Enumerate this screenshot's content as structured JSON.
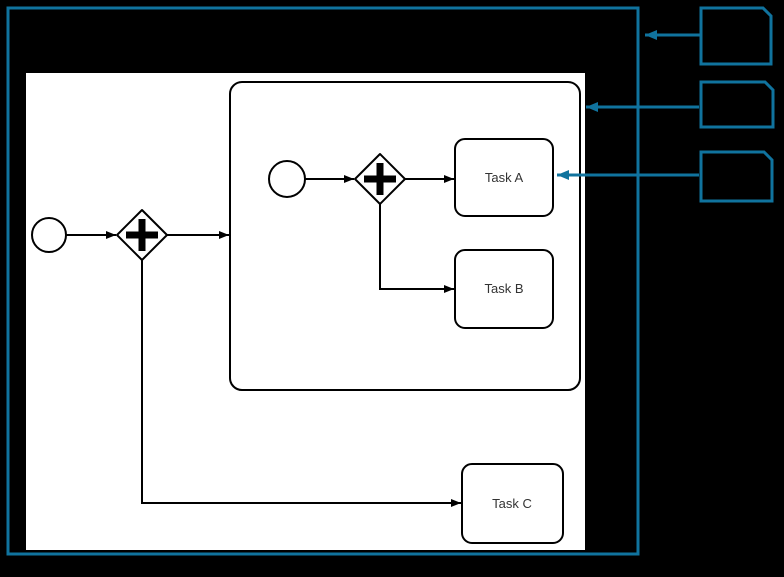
{
  "colors": {
    "page_background": "#000000",
    "canvas_background": "#ffffff",
    "accent_blue": "#10739E",
    "diagram_stroke": "#000000",
    "label_text": "#333333"
  },
  "diagram": {
    "outer_process": {
      "start_event": "start-event-circle",
      "gateway": "parallel-gateway-plus"
    },
    "subprocess": {
      "start_event": "start-event-circle",
      "gateway": "parallel-gateway-plus",
      "task_a": {
        "label": "Task A"
      },
      "task_b": {
        "label": "Task B"
      }
    },
    "task_c": {
      "label": "Task C"
    }
  },
  "annotations": {
    "cards": [
      {
        "name": "card-top",
        "points_to": "group-frame"
      },
      {
        "name": "card-middle",
        "points_to": "subprocess"
      },
      {
        "name": "card-bottom",
        "points_to": "task-a"
      }
    ]
  }
}
